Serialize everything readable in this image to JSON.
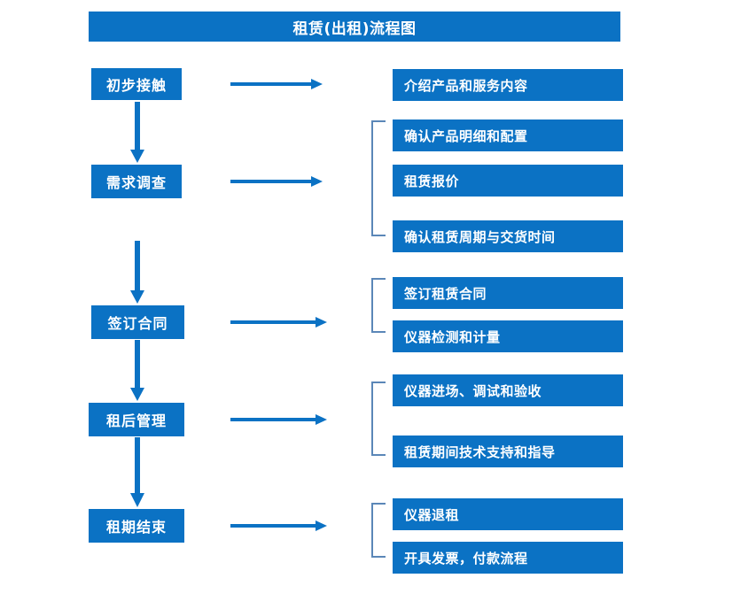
{
  "chart_data": {
    "type": "diagram",
    "title": "租赁(出租)流程图",
    "diagram_kind": "flowchart",
    "orientation": "vertical-with-side-details",
    "stages": [
      {
        "label": "初步接触",
        "details": [
          "介绍产品和服务内容"
        ],
        "grouped": false
      },
      {
        "label": "需求调查",
        "details": [
          "确认产品明细和配置",
          "租赁报价",
          "确认租赁周期与交货时间"
        ],
        "grouped": true
      },
      {
        "label": "签订合同",
        "details": [
          "签订租赁合同",
          "仪器检测和计量"
        ],
        "grouped": true
      },
      {
        "label": "租后管理",
        "details": [
          "仪器进场、调试和验收",
          "租赁期间技术支持和指导"
        ],
        "grouped": true
      },
      {
        "label": "租期结束",
        "details": [
          "仪器退租",
          "开具发票，付款流程"
        ],
        "grouped": true
      }
    ],
    "colors": {
      "box_fill": "#0B72C4",
      "box_text": "#FFFFFF",
      "arrow": "#0B72C4",
      "bracket": "#5B87B8",
      "background": "#FFFFFF"
    }
  },
  "header": {
    "title": "租赁(出租)流程图"
  },
  "stages": [
    {
      "label": "初步接触"
    },
    {
      "label": "需求调查"
    },
    {
      "label": "签订合同"
    },
    {
      "label": "租后管理"
    },
    {
      "label": "租期结束"
    }
  ],
  "details": [
    {
      "label": "介绍产品和服务内容"
    },
    {
      "label": "确认产品明细和配置"
    },
    {
      "label": "租赁报价"
    },
    {
      "label": "确认租赁周期与交货时间"
    },
    {
      "label": "签订租赁合同"
    },
    {
      "label": "仪器检测和计量"
    },
    {
      "label": "仪器进场、调试和验收"
    },
    {
      "label": "租赁期间技术支持和指导"
    },
    {
      "label": "仪器退租"
    },
    {
      "label": "开具发票，付款流程"
    }
  ],
  "icons": {
    "arrow_right": "arrow-right-icon",
    "arrow_down": "arrow-down-icon",
    "bracket": "group-bracket-icon"
  }
}
